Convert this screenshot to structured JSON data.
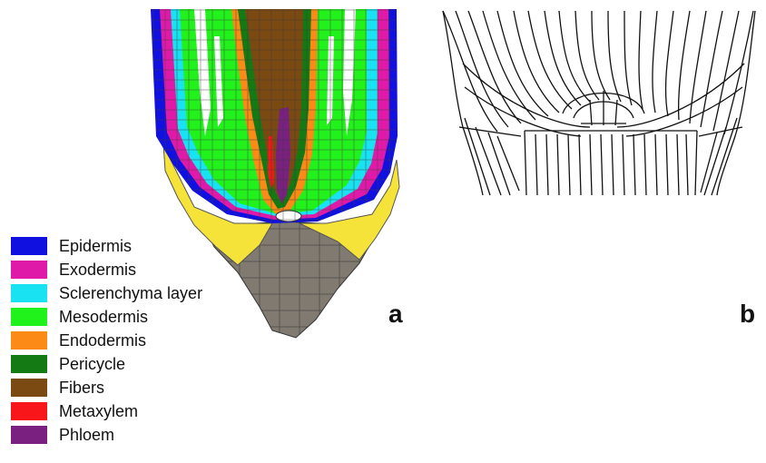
{
  "legend": [
    {
      "label": "Epidermis",
      "color": "#1010e0"
    },
    {
      "label": "Exodermis",
      "color": "#e01aa8"
    },
    {
      "label": "Sclerenchyma layer",
      "color": "#19e3f2"
    },
    {
      "label": "Mesodermis",
      "color": "#22f21c"
    },
    {
      "label": "Endodermis",
      "color": "#fb8a17"
    },
    {
      "label": "Pericycle",
      "color": "#137a14"
    },
    {
      "label": "Fibers",
      "color": "#7b4a12"
    },
    {
      "label": "Metaxylem",
      "color": "#f8161a"
    },
    {
      "label": "Phloem",
      "color": "#7a2081"
    }
  ],
  "colors": {
    "root_cap": "#817a70",
    "columella_flank": "#f5e33a",
    "cell_walls": "#555555",
    "line_drawing": "#111111"
  },
  "panels": {
    "a_label": "a",
    "b_label": "b"
  }
}
